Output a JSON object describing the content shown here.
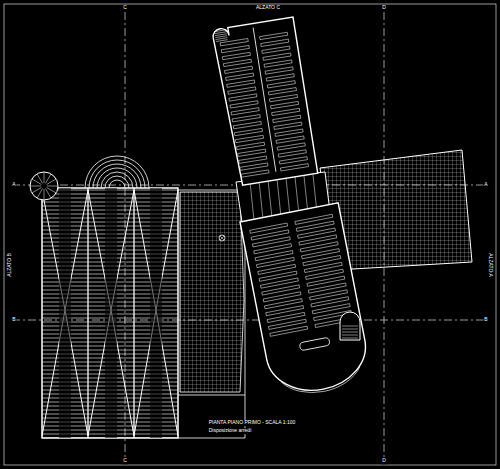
{
  "diagram": {
    "labels": [
      "C",
      "ALZATO C",
      "D",
      "A",
      "ALZATO B",
      "B",
      "A",
      "ALZATO A",
      "B",
      "C",
      "D",
      "PIANTA PIANO PRIMO - SCALA 1:100",
      "Disposizione arredi"
    ]
  }
}
